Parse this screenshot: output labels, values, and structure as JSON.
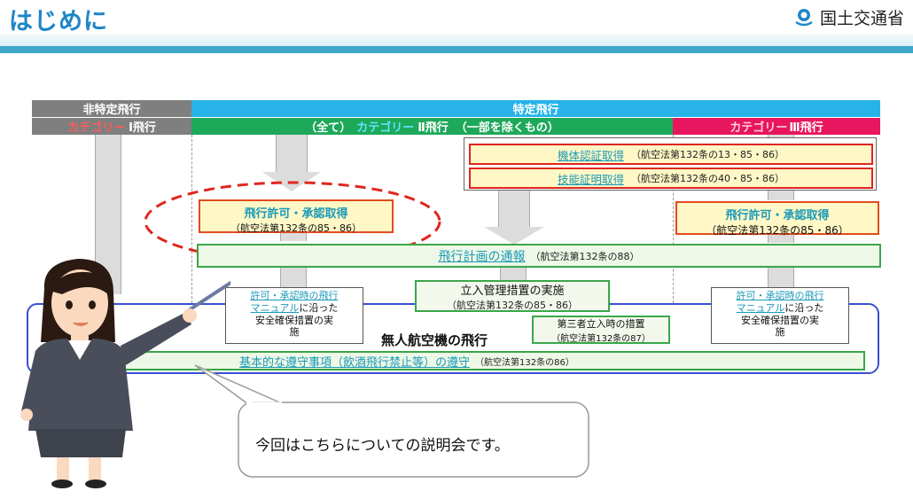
{
  "header": {
    "title": "はじめに",
    "ministry": "国土交通省"
  },
  "categories": {
    "non_specified": "非特定飛行",
    "specified": "特定飛行",
    "cat1_prefix": "カテゴリー",
    "cat1_suffix": "Ⅰ飛行",
    "cat2_all": "（全て）",
    "cat2_prefix": "カテゴリー",
    "cat2_suffix": "Ⅱ飛行",
    "cat2_except": "（一部を除くもの）",
    "cat3_prefix": "カテゴリー",
    "cat3_suffix": "Ⅲ飛行"
  },
  "boxes": {
    "airframe_cert": {
      "label": "機体認証取得",
      "ref": "（航空法第132条の13・85・86）"
    },
    "skill_cert": {
      "label": "技能証明取得",
      "ref": "（航空法第132条の40・85・86）"
    },
    "permit_left": {
      "label": "飛行許可・承認取得",
      "ref": "（航空法第132条の85・86）"
    },
    "permit_right": {
      "label": "飛行許可・承認取得",
      "ref": "（航空法第132条の85・86）"
    },
    "flight_plan": {
      "label": "飛行計画の通報",
      "ref": "（航空法第132条の88）"
    },
    "entry_control": {
      "label": "立入管理措置の実施",
      "ref": "（航空法第132条の85・86）"
    },
    "safety_left": {
      "l1": "許可・承認時の飛行",
      "l2": "マニュアル",
      "l2b": "に沿った",
      "l3": "安全確保措置の実",
      "l4": "施"
    },
    "safety_right": {
      "l1": "許可・承認時の飛行",
      "l2": "マニュアル",
      "l2b": "に沿った",
      "l3": "安全確保措置の実",
      "l4": "施"
    },
    "third_party": {
      "label": "第三者立入時の措置",
      "ref": "（航空法第132条の87）"
    },
    "uav_flight": "無人航空機の飛行",
    "basic_rules": {
      "label": "基本的な遵守事項（飲酒飛行禁止等）の遵守",
      "ref": "（航空法第132条の86）"
    }
  },
  "speech": "今回はこちらについての説明会です。",
  "colors": {
    "title": "#1e86c8",
    "gray": "#7f7f7f",
    "blue": "#27b3e8",
    "green": "#1ea85a",
    "pink": "#e8165e",
    "red": "#e0261f"
  }
}
